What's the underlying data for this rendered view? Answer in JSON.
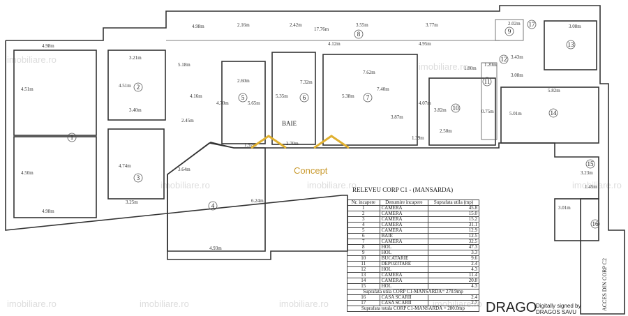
{
  "plan": {
    "title": "RELEVEU CORP C1 - (MANSARDA)",
    "concept_label": "Concept",
    "baie_label": "BAIE",
    "side_label": "ACCES DIN CORP C2",
    "watermark": "imobiliare.ro",
    "accent_color": "#e0b030",
    "dimensions": [
      "4.98m",
      "4.51m",
      "4.50m",
      "4.98m",
      "3.21m",
      "4.51m",
      "3.40m",
      "4.74m",
      "3.25m",
      "4.98m",
      "2.16m",
      "5.18m",
      "2.45m",
      "4.16m",
      "2.60m",
      "4.70m",
      "5.65m",
      "1.92m",
      "3.64m",
      "6.24m",
      "4.93m",
      "2.42m",
      "17.76m",
      "3.55m",
      "3.77m",
      "4.12m",
      "4.95m",
      "5.35m",
      "7.32m",
      "2.70m",
      "5.38m",
      "7.62m",
      "7.40m",
      "3.87m",
      "4.07m",
      "3.82m",
      "2.50m",
      "1.39m",
      "2.02m",
      "3.08m",
      "3.43m",
      "1.80m",
      "1.20m",
      "3.08m",
      "5.82m",
      "0.75m",
      "5.01m",
      "3.23m",
      "1.45m",
      "3.01m"
    ]
  },
  "table": {
    "headers": [
      "Nr. incapere",
      "Denumire incapere",
      "Suprafata utila (mp)"
    ],
    "rows": [
      [
        "1",
        "CAMERA",
        "45.8"
      ],
      [
        "2",
        "CAMERA",
        "15.0"
      ],
      [
        "3",
        "CAMERA",
        "15.2"
      ],
      [
        "4",
        "CAMERA",
        "31.1"
      ],
      [
        "5",
        "CAMERA",
        "12.9"
      ],
      [
        "6",
        "BAIE",
        "12.5"
      ],
      [
        "7",
        "CAMERA",
        "32.5"
      ],
      [
        "8",
        "HOL",
        "47.3"
      ],
      [
        "9",
        "HOL",
        "3.3"
      ],
      [
        "10",
        "BUCATARIE",
        "9.6"
      ],
      [
        "11",
        "DEPOZITARE",
        "2.4"
      ],
      [
        "12",
        "HOL",
        "4.3"
      ],
      [
        "13",
        "CAMERA",
        "11.4"
      ],
      [
        "14",
        "CAMERA",
        "20.8"
      ],
      [
        "15",
        "HOL",
        "4.3"
      ]
    ],
    "subtotal": "Suprafata utila CORP C1-MANSARDA= 270.9mp",
    "rows2": [
      [
        "16",
        "CASA SCARII",
        "2.4"
      ],
      [
        "17",
        "CASA SCARII",
        "2.7"
      ]
    ],
    "total": "Suprafata totala CORP C1-MANSARDA = 280.0mp"
  },
  "signature": {
    "name": "DRAGO",
    "text": "Digitally signed by DRAGOS SAVU"
  }
}
